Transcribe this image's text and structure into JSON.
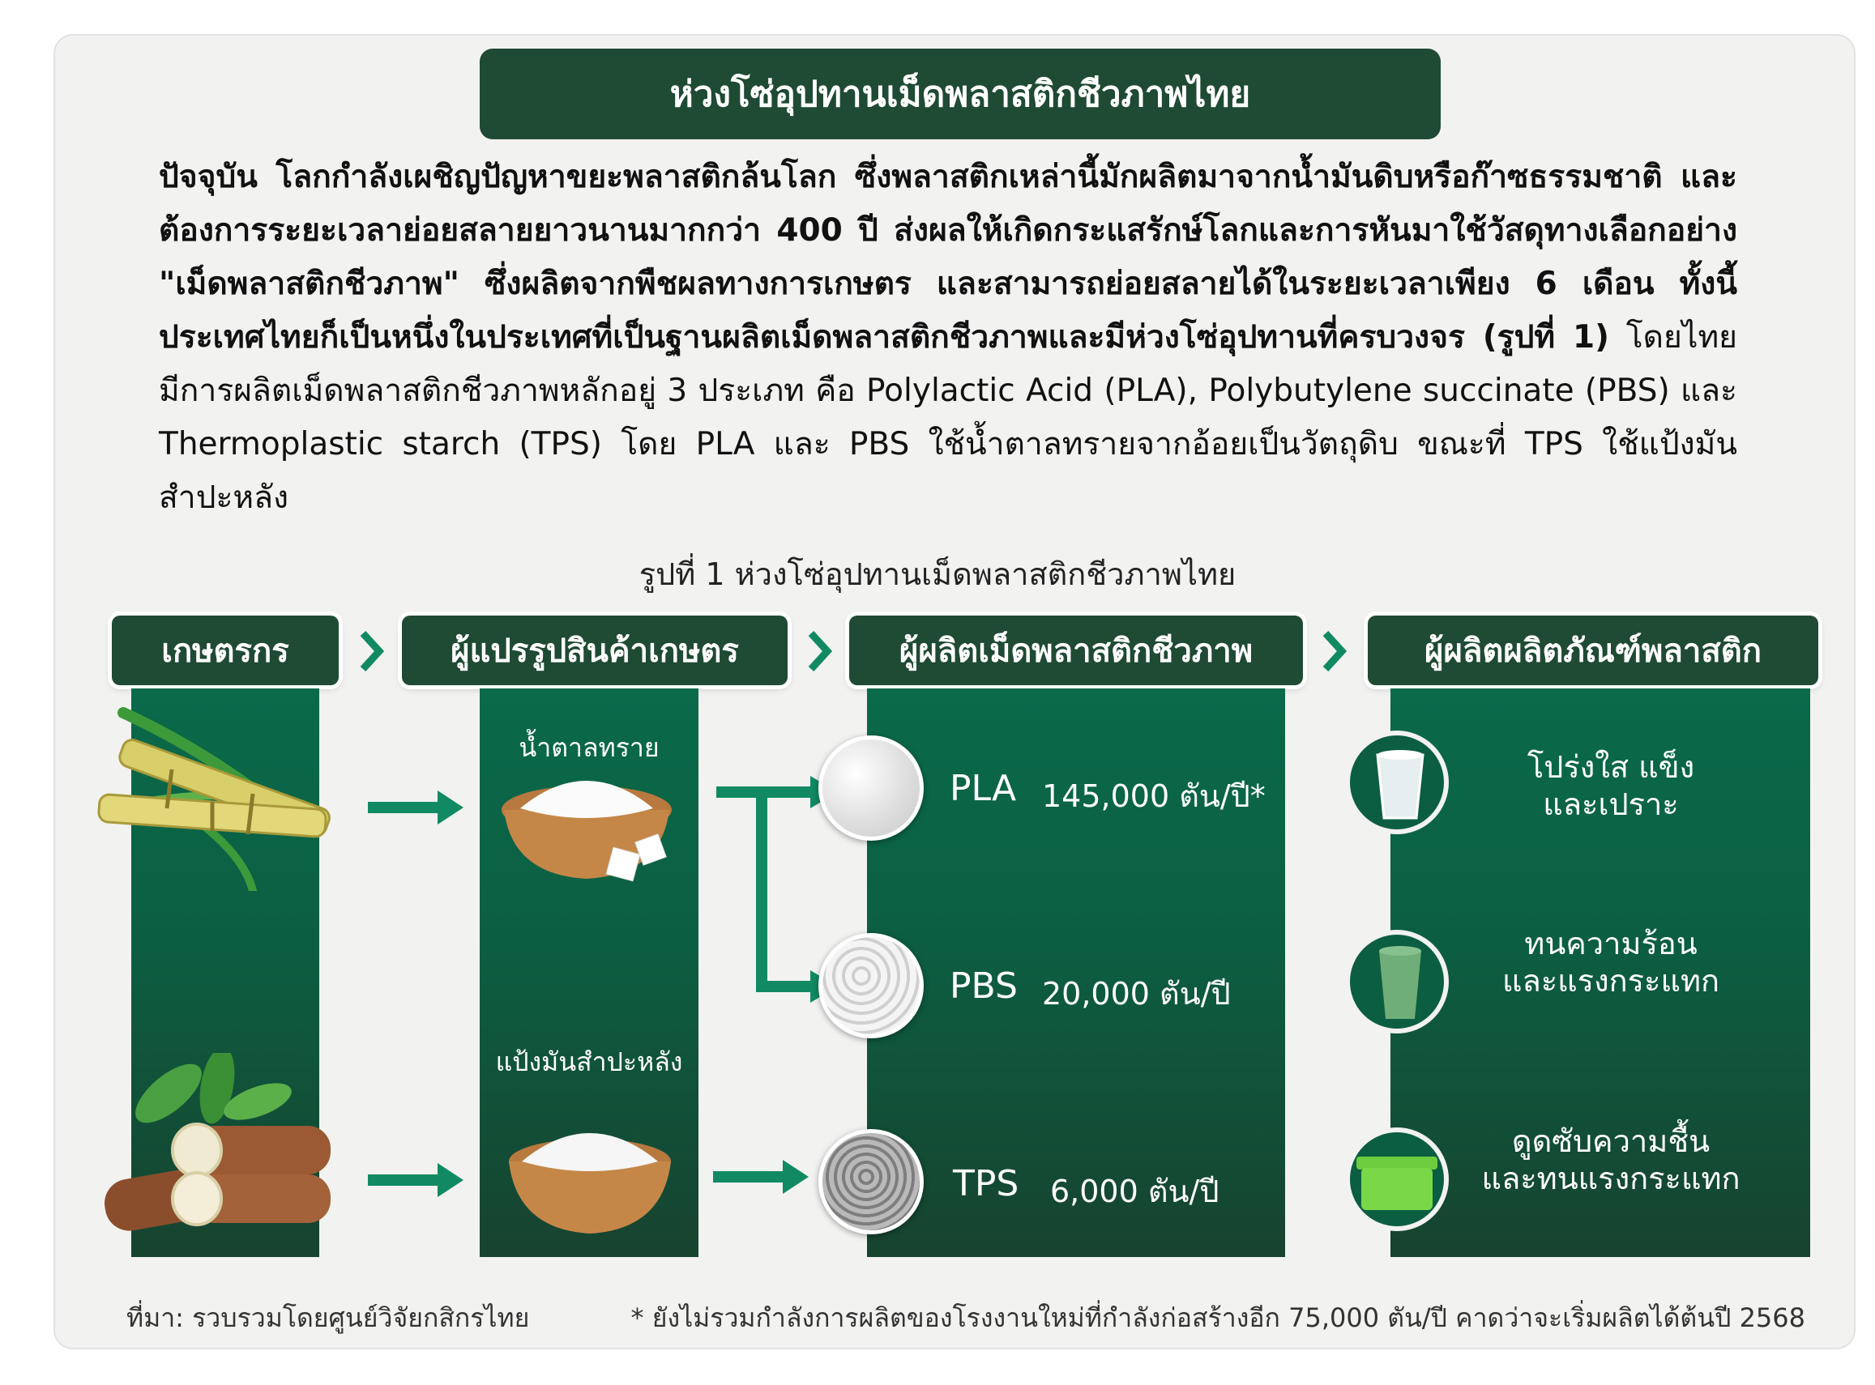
{
  "title": "ห่วงโซ่อุปทานเม็ดพลาสติกชีวภาพไทย",
  "intro": {
    "bold": "ปัจจุบัน โลกกำลังเผชิญปัญหาขยะพลาสติกล้นโลก ซึ่งพลาสติกเหล่านี้มักผลิตมาจากน้ำมันดิบหรือก๊าซธรรมชาติ และต้องการระยะเวลาย่อยสลายยาวนานมากกว่า 400 ปี ส่งผลให้เกิดกระแสรักษ์โลกและการหันมาใช้วัสดุทางเลือกอย่าง \"เม็ดพลาสติกชีวภาพ\" ซึ่งผลิตจากพืชผลทางการเกษตร และสามารถย่อยสลายได้ในระยะเวลาเพียง 6 เดือน ทั้งนี้ ประเทศไทยก็เป็นหนึ่งในประเทศที่เป็นฐานผลิตเม็ดพลาสติกชีวภาพและมีห่วงโซ่อุปทานที่ครบวงจร (รูปที่ 1)",
    "normal": " โดยไทยมีการผลิตเม็ดพลาสติกชีวภาพหลักอยู่ 3 ประเภท คือ Polylactic Acid (PLA), Polybutylene succinate (PBS) และ Thermoplastic starch (TPS) โดย PLA และ PBS ใช้น้ำตาลทรายจากอ้อยเป็นวัตถุดิบ ขณะที่ TPS ใช้แป้งมันสำปะหลัง"
  },
  "figure_caption": "รูปที่ 1 ห่วงโซ่อุปทานเม็ดพลาสติกชีวภาพไทย",
  "stages": [
    "เกษตรกร",
    "ผู้แปรรูปสินค้าเกษตร",
    "ผู้ผลิตเม็ดพลาสติกชีวภาพ",
    "ผู้ผลิตผลิตภัณฑ์พลาสติก"
  ],
  "processed": {
    "sugar": "น้ำตาลทราย",
    "starch": "แป้งมันสำปะหลัง"
  },
  "polymers": [
    {
      "name": "PLA",
      "capacity": "145,000 ตัน/ปี*"
    },
    {
      "name": "PBS",
      "capacity": "20,000 ตัน/ปี"
    },
    {
      "name": "TPS",
      "capacity": "6,000 ตัน/ปี"
    }
  ],
  "products": [
    {
      "line1": "โปร่งใส แข็ง",
      "line2": "และเปราะ",
      "icon": "clear-cup-icon"
    },
    {
      "line1": "ทนความร้อน",
      "line2": "และแรงกระแทก",
      "icon": "green-cup-icon"
    },
    {
      "line1": "ดูดซับความชื้น",
      "line2": "และทนแรงกระแทก",
      "icon": "container-icon"
    }
  ],
  "footer": {
    "source": "ที่มา: รวบรวมโดยศูนย์วิจัยกสิกรไทย",
    "note": "* ยังไม่รวมกำลังการผลิตของโรงงานใหม่ที่กำลังก่อสร้างอีก 75,000 ตัน/ปี คาดว่าจะเริ่มผลิตได้ต้นปี 2568"
  },
  "colors": {
    "banner": "#1f4a33",
    "column_top": "#0a6a4a",
    "column_bottom": "#17432f",
    "arrow": "#118a63",
    "background": "#f2f2f1"
  }
}
